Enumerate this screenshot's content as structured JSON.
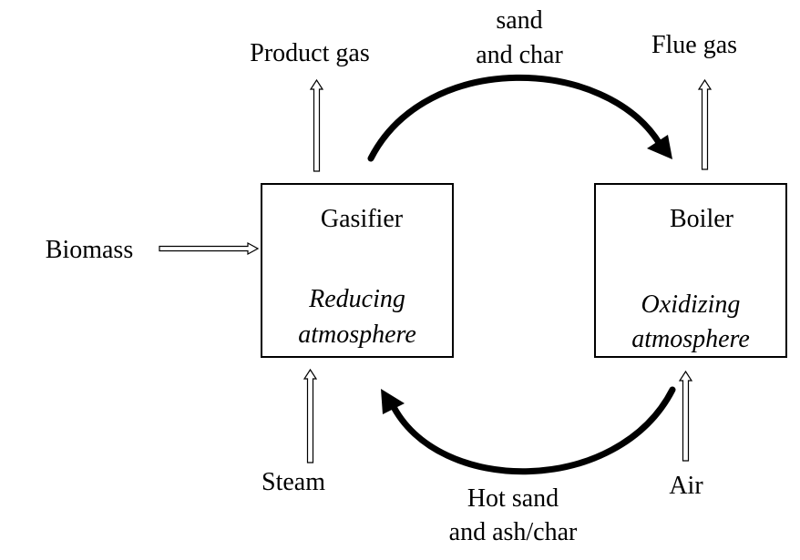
{
  "units": {
    "gasifier": {
      "name": "Gasifier",
      "condition_line1": "Reducing",
      "condition_line2": "atmosphere"
    },
    "boiler": {
      "name": "Boiler",
      "condition_line1": "Oxidizing",
      "condition_line2": "atmosphere"
    }
  },
  "streams": {
    "biomass": "Biomass",
    "product_gas": "Product gas",
    "steam": "Steam",
    "flue_gas": "Flue gas",
    "air": "Air"
  },
  "circulation": {
    "to_boiler_line1": "sand",
    "to_boiler_line2": "and char",
    "to_gasifier_line1": "Hot sand",
    "to_gasifier_line2": "and ash/char"
  },
  "colors": {
    "ink": "#000000",
    "background": "#ffffff"
  }
}
